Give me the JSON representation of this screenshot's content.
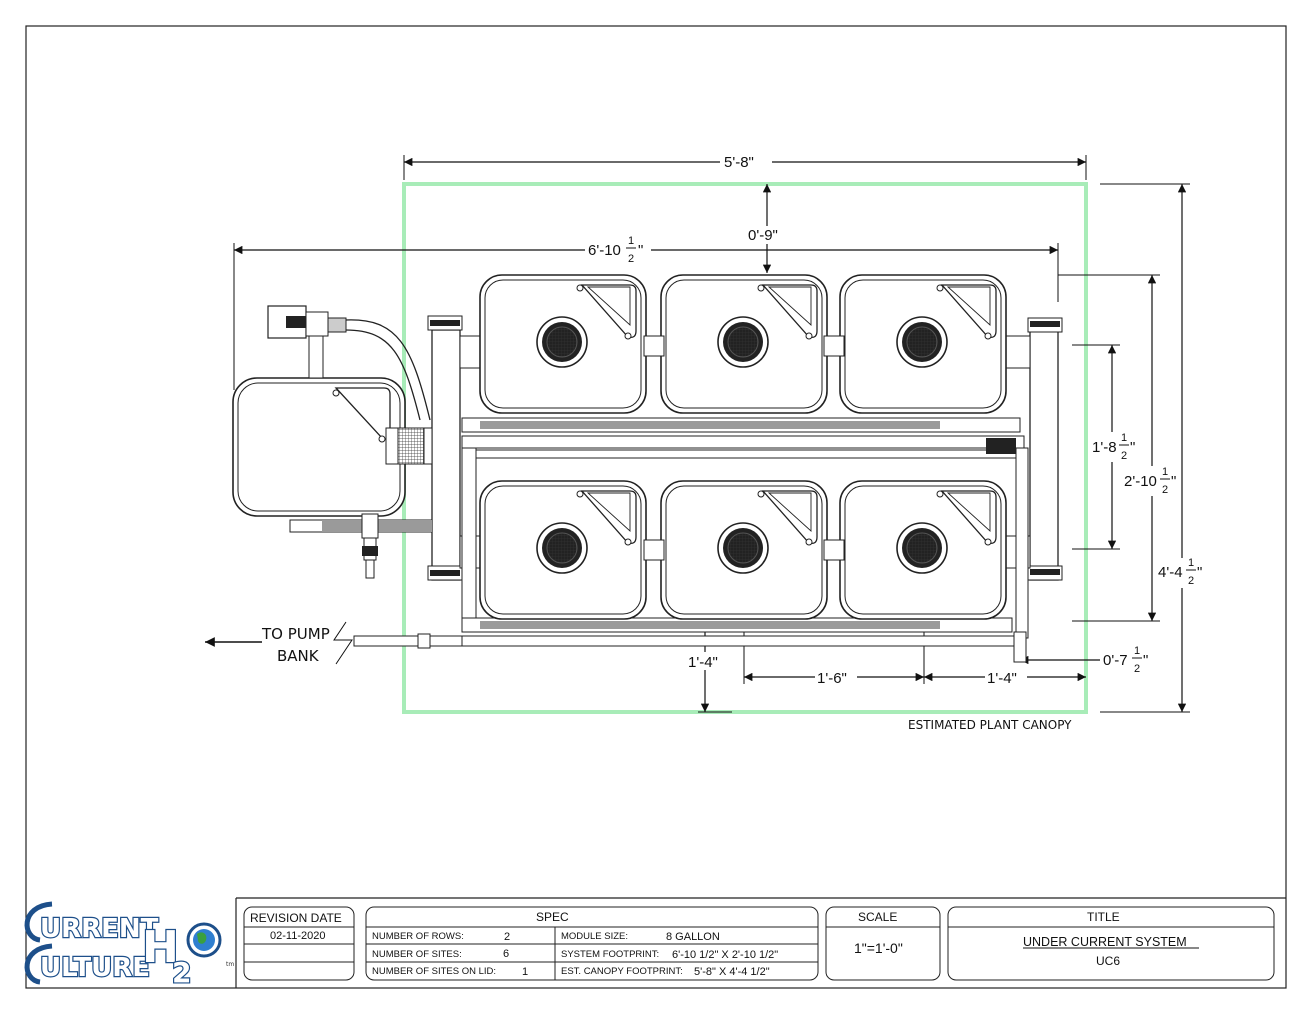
{
  "dimensions": {
    "canopy_width": "5'-8\"",
    "system_width": "6'-10",
    "top_gap": "0'-9\"",
    "module_gap": "1'-8",
    "system_depth": "2'-10",
    "canopy_depth": "4'-4",
    "edge_offset": "0'-7",
    "site_offset_left": "1'-4\"",
    "site_spacing": "1'-6\"",
    "site_offset_right": "1'-4\"",
    "half": {
      "num": "1",
      "den": "2"
    }
  },
  "notes": {
    "to_pump_line1": "TO PUMP",
    "to_pump_line2": "BANK",
    "canopy_label": "ESTIMATED PLANT CANOPY"
  },
  "title_block": {
    "revision_header": "REVISION DATE",
    "revision_date": "02-11-2020",
    "spec_header": "SPEC",
    "rows_label": "NUMBER OF ROWS:",
    "rows_value": "2",
    "sites_label": "NUMBER OF SITES:",
    "sites_value": "6",
    "lid_label": "NUMBER OF SITES ON LID:",
    "lid_value": "1",
    "module_label": "MODULE SIZE:",
    "module_value": "8 GALLON",
    "footprint_label": "SYSTEM FOOTPRINT:",
    "footprint_value": "6'-10 1/2\" X 2'-10 1/2\"",
    "canopy_label": "EST. CANOPY FOOTPRINT:",
    "canopy_value": "5'-8\" X 4'-4 1/2\"",
    "scale_header": "SCALE",
    "scale_value": "1\"=1'-0\"",
    "title_header": "TITLE",
    "title_value": "UNDER CURRENT SYSTEM",
    "title_sub": "UC6"
  },
  "logo": {
    "line1": "URRENT",
    "line2": "ULTURE",
    "h": "H",
    "two": "2",
    "tm": "tm"
  },
  "colors": {
    "canopy_outline": "#a8ecb8",
    "logo_blue": "#1d4f8a",
    "logo_green": "#3aa03f"
  }
}
